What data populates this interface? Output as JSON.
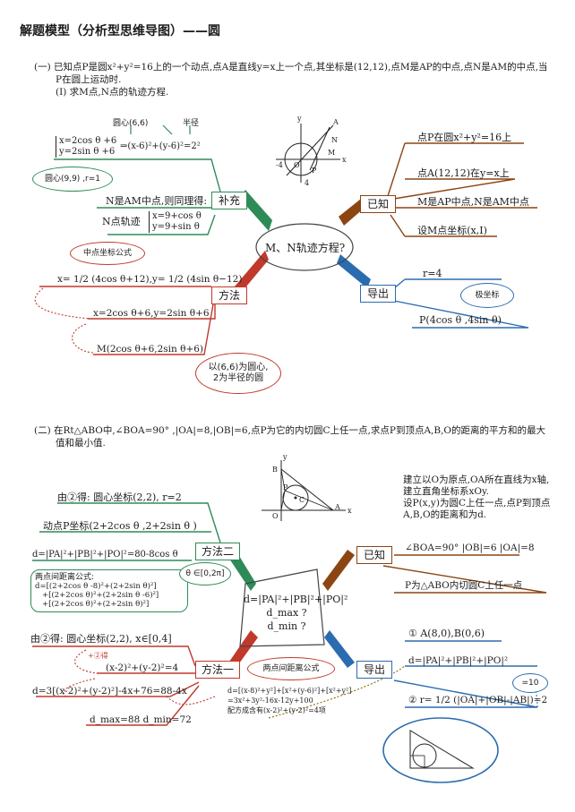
{
  "title": "解题模型（分析型思维导图）——圆",
  "part1": {
    "problem": [
      "(一) 已知点P是圆x²+y²=16上的一个动点,点A是直线y=x上一个点,其坐标是(12,12),点M是AP的中点,点N是AM的中点,当",
      "P在圆上运动时.",
      "(Ⅰ) 求M点,N点的轨迹方程."
    ],
    "center": "M、N轨迹方程?",
    "nodes": {
      "supplement": "补充",
      "known": "已知",
      "method": "方法",
      "derive": "导出"
    },
    "supp_labels": {
      "circle_center": "圆心(6,6)",
      "radius": "半径"
    },
    "supp_param": [
      "x=2cos θ +6",
      "y=2sin θ +6"
    ],
    "supp_result": "⇒(x-6)²+(y-6)²=2²",
    "supp_cloud": "圆心(9,9) ,r=1",
    "supp_text1": "N是AM中点,则同理得:",
    "supp_text2": "N点轨迹",
    "supp_param2": [
      "x=9+cos θ",
      "y=9+sin θ"
    ],
    "known_items": [
      "点P在圆x²+y²=16上",
      "点A(12,12)在y=x上",
      "M是AP中点,N是AM中点",
      "设M点坐标(x,I)"
    ],
    "derive_items": [
      "r=4",
      "P(4cos θ ,4sin θ)"
    ],
    "derive_cloud": "极坐标",
    "method_cloud": "中点坐标公式",
    "method_items": [
      "x= 1/2 (4cos θ+12),y= 1/2 (4sin θ−12)",
      "x=2cos θ+6,y=2sin θ+6",
      "M(2cos θ+6,2sin θ+6)"
    ],
    "method_cloud2": [
      "以(6,6)为圆心,",
      "2为半径的圆"
    ],
    "graph_labels": {
      "y": "y",
      "x": "x",
      "o": "O",
      "n4": "-4",
      "p4": "4",
      "a": "A",
      "n": "N",
      "m": "M",
      "p": "P"
    }
  },
  "part2": {
    "problem": [
      "(二) 在Rt△ABO中,∠BOA=90° ,|OA|=8,|OB|=6,点P为它的内切圆C上任一点,求点P到顶点A,B,O的距离的平方和的最大",
      "值和最小值."
    ],
    "center": [
      "d=|PA|²+|PB|²+|PO|²",
      "d_max ?",
      "d_min ?"
    ],
    "nodes": {
      "method2": "方法二",
      "known": "已知",
      "method1": "方法一",
      "derive": "导出"
    },
    "known_top": [
      "建立以O为原点,OA所在直线为x轴,",
      "建立直角坐标系xOy.",
      "设P(x,y)为圆C上任一点,点P到顶点",
      "A,B,O的距离和为d."
    ],
    "known_items": [
      "∠BOA=90°  |OB|=6  |OA|=8",
      "P为△ABO内切圆C上任一点"
    ],
    "m2_items": [
      "由②得: 圆心坐标(2,2), r=2",
      "动点P坐标(2+2cos θ ,2+2sin θ )",
      "d=|PA|²+|PB|²+|PO|²=80-8cos θ"
    ],
    "m2_formula_title": "两点间距离公式:",
    "m2_formula": [
      "d=[(2+2cos θ -8)²+(2+2sin θ)²]",
      "+[(2+2cos θ)²+(2+2sin θ -6)²]",
      "+[(2+2cos θ)²+(2+2sin θ)²]"
    ],
    "m2_cloud": "θ ∈[0,2π]",
    "m1_items": [
      "由②得: 圆心坐标(2,2), x∈[0,4]",
      "(x-2)²+(y-2)²=4",
      "d=3[(x-2)²+(y-2)²]-4x+76=88-4x",
      "d_max=88   d_min=72"
    ],
    "m1_note": "+②得",
    "m1_cloud": "两点间距离公式",
    "m1_formula": [
      "d=[(x-8)²+y²]+[x²+(y-6)²]+[x²+y²]",
      "=3x²+3y²-16x-12y+100",
      "配方成含有(x-2)²+(y-2)²=4项"
    ],
    "derive_items": [
      "① A(8,0),B(0,6)",
      "d=|PA|²+|PB|²+|PO|²",
      "② r= 1/2 (|OA|+|OB|-|AB|)=2"
    ],
    "derive_cloud": "=10",
    "graph_labels": {
      "y": "y",
      "x": "x",
      "o": "O",
      "a": "A",
      "b": "B",
      "p": "P",
      "c": "C"
    }
  }
}
